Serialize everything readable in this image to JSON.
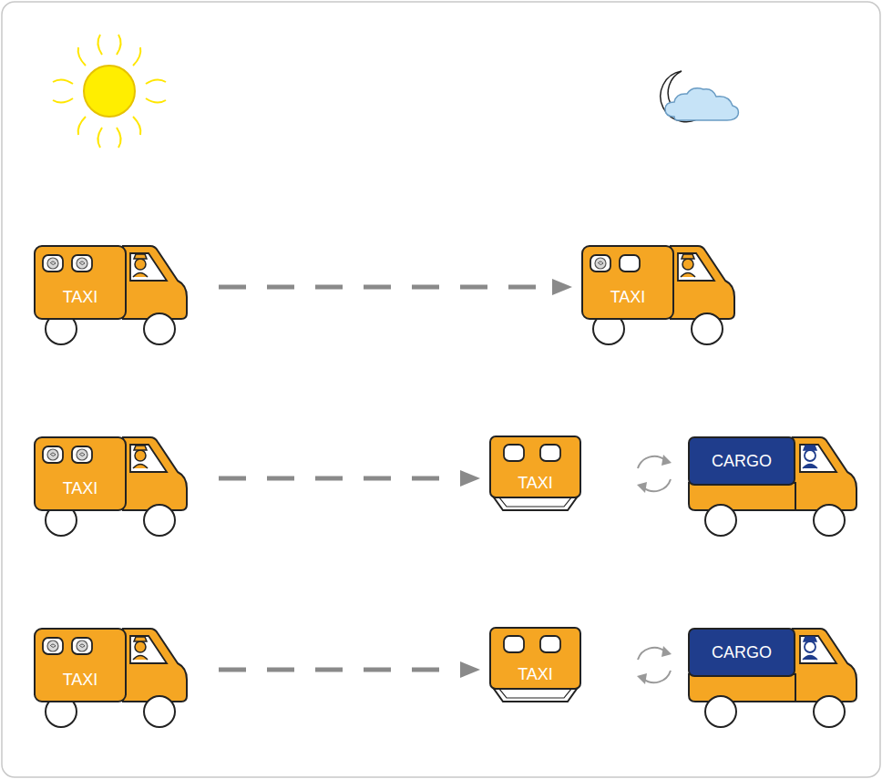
{
  "diagram": {
    "nodes": [
      {
        "text": [
          "TAXI"
        ]
      },
      {
        "text": [
          "TAXI"
        ]
      },
      {
        "text": [
          "TAXI"
        ]
      },
      {
        "text": [
          "TAXI"
        ]
      },
      {
        "text": [
          "CARGO"
        ]
      },
      {
        "text": [
          "TAXI"
        ]
      },
      {
        "text": [
          "TAXI"
        ]
      },
      {
        "text": [
          "CARGO"
        ]
      }
    ],
    "edges": [
      {
        "from": 0,
        "to": 1,
        "arrow": "to"
      },
      {
        "from": 2,
        "to": 3,
        "arrow": "to"
      },
      {
        "from": 5,
        "to": 6,
        "arrow": "to"
      }
    ]
  }
}
